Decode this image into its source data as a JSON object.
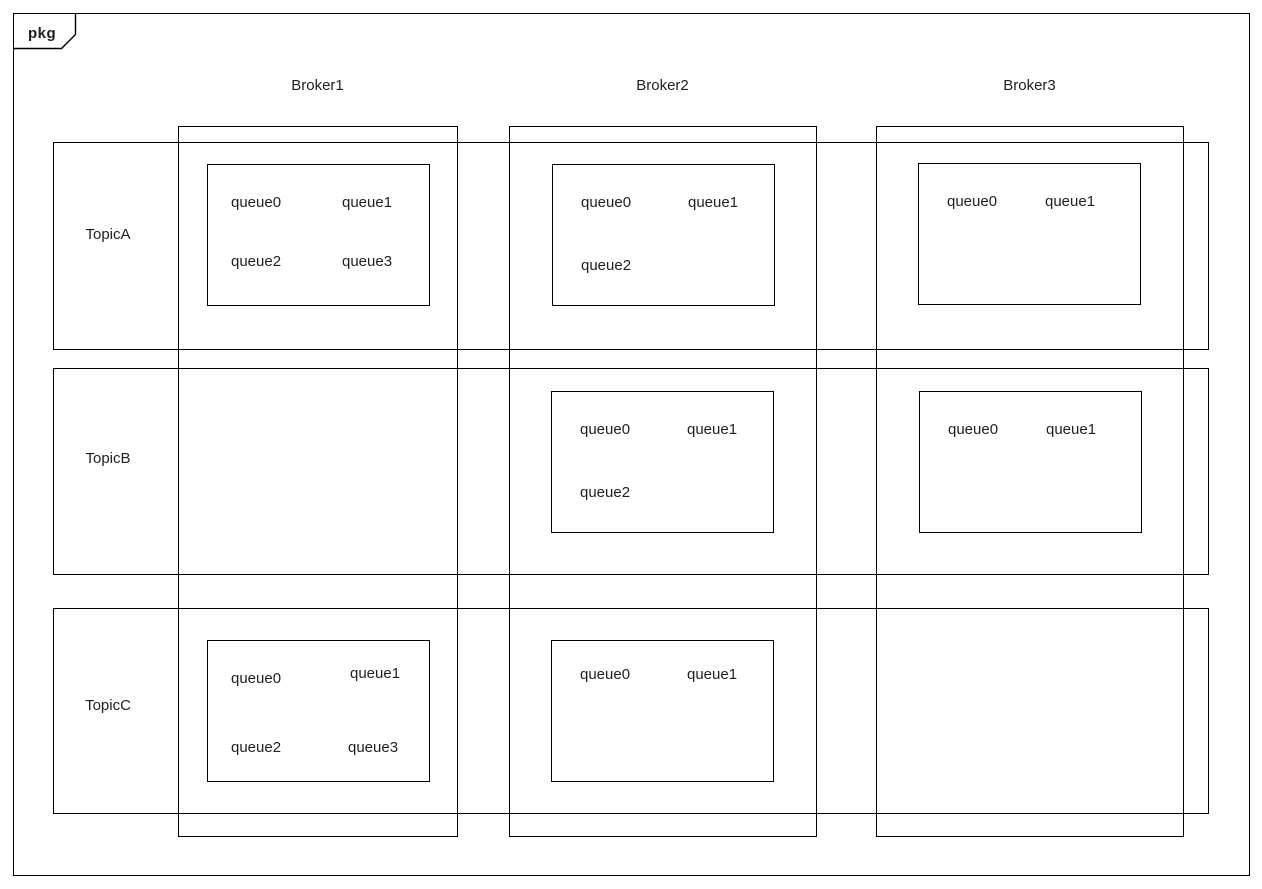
{
  "diagram": {
    "frame_tag": "pkg",
    "brokers": [
      {
        "name": "Broker1"
      },
      {
        "name": "Broker2"
      },
      {
        "name": "Broker3"
      }
    ],
    "topics": [
      {
        "name": "TopicA"
      },
      {
        "name": "TopicB"
      },
      {
        "name": "TopicC"
      }
    ],
    "cells": [
      {
        "topic": "TopicA",
        "broker": "Broker1",
        "queues": [
          "queue0",
          "queue1",
          "queue2",
          "queue3"
        ]
      },
      {
        "topic": "TopicA",
        "broker": "Broker2",
        "queues": [
          "queue0",
          "queue1",
          "queue2"
        ]
      },
      {
        "topic": "TopicA",
        "broker": "Broker3",
        "queues": [
          "queue0",
          "queue1"
        ]
      },
      {
        "topic": "TopicB",
        "broker": "Broker1",
        "queues": []
      },
      {
        "topic": "TopicB",
        "broker": "Broker2",
        "queues": [
          "queue0",
          "queue1",
          "queue2"
        ]
      },
      {
        "topic": "TopicB",
        "broker": "Broker3",
        "queues": [
          "queue0",
          "queue1"
        ]
      },
      {
        "topic": "TopicC",
        "broker": "Broker1",
        "queues": [
          "queue0",
          "queue1",
          "queue2",
          "queue3"
        ]
      },
      {
        "topic": "TopicC",
        "broker": "Broker2",
        "queues": [
          "queue0",
          "queue1"
        ]
      },
      {
        "topic": "TopicC",
        "broker": "Broker3",
        "queues": []
      }
    ],
    "colors": {
      "line": "#000000",
      "text": "#1f1f1f",
      "background": "#ffffff"
    }
  }
}
